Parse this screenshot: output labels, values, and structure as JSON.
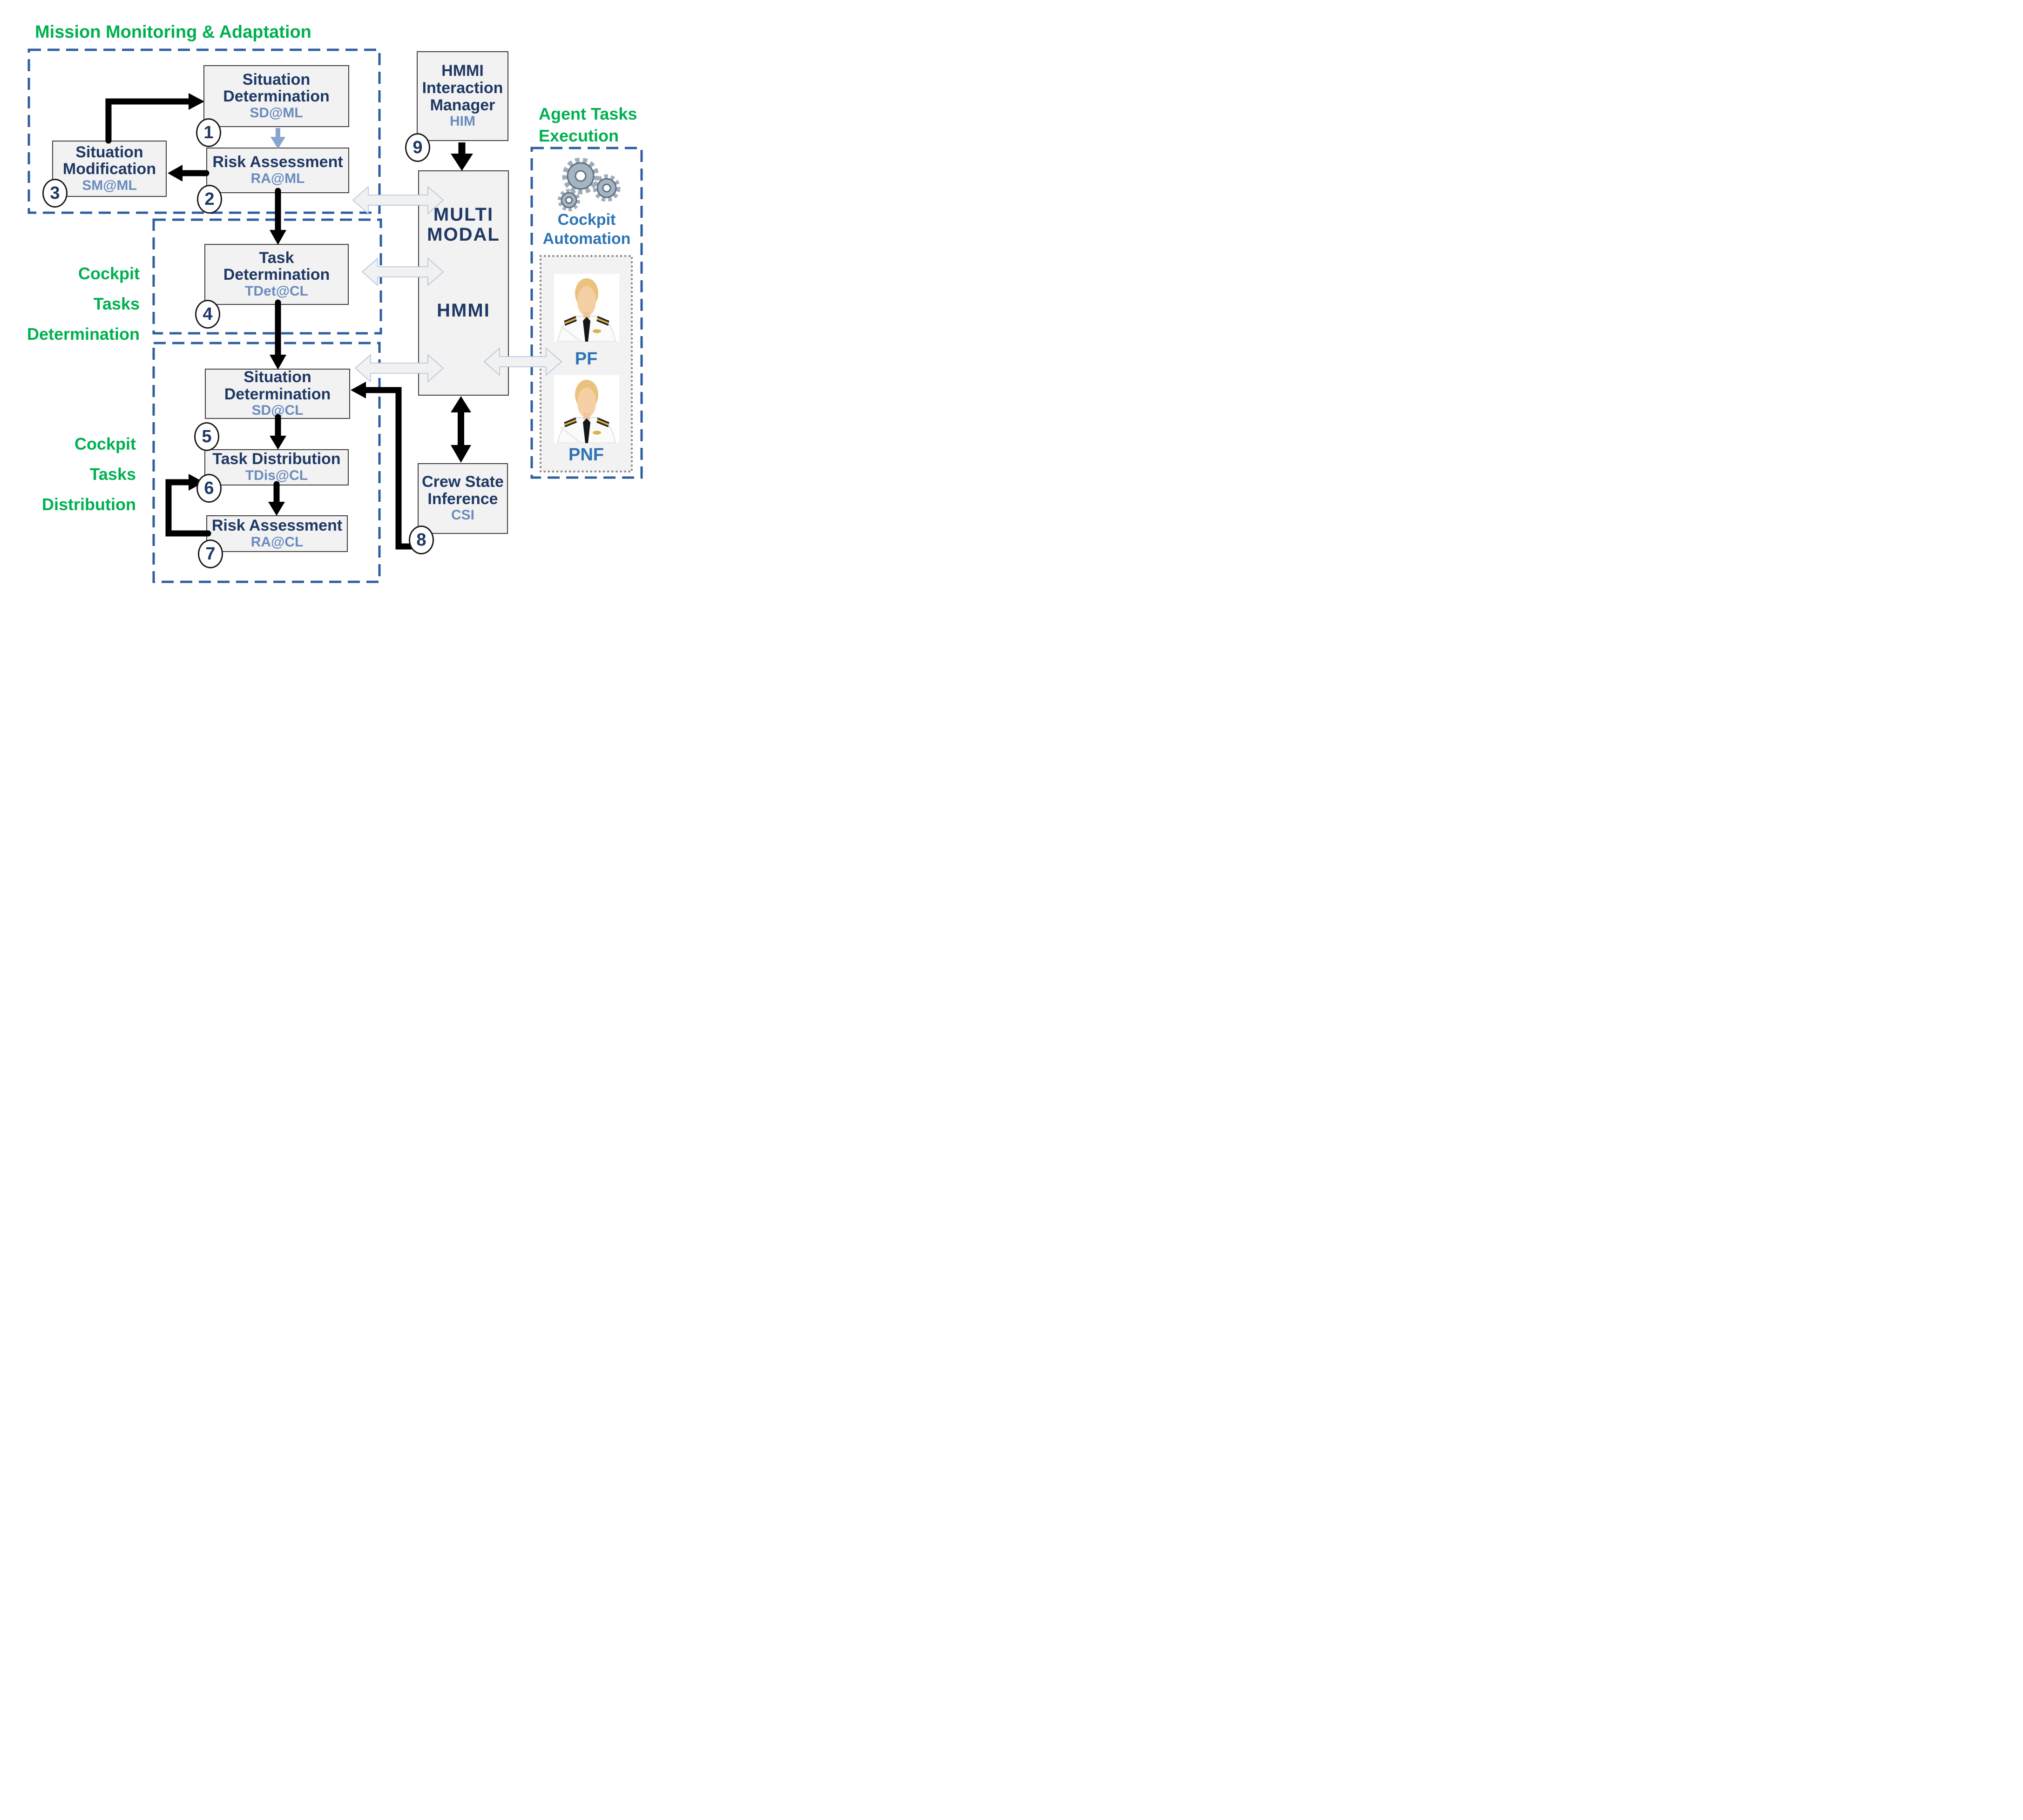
{
  "groups": {
    "mission_monitoring": {
      "label": "Mission Monitoring & Adaptation"
    },
    "cockpit_tasks_determination": {
      "label": "Cockpit\nTasks\nDetermination"
    },
    "cockpit_tasks_distribution": {
      "label": "Cockpit\nTasks\nDistribution"
    },
    "agent_tasks_execution": {
      "label": "Agent Tasks\nExecution"
    }
  },
  "boxes": {
    "situation_determination_ml": {
      "num": "1",
      "title": "Situation\nDetermination",
      "code": "SD@ML"
    },
    "risk_assessment_ml": {
      "num": "2",
      "title": "Risk Assessment",
      "code": "RA@ML"
    },
    "situation_modification_ml": {
      "num": "3",
      "title": "Situation\nModification",
      "code": "SM@ML"
    },
    "task_determination_cl": {
      "num": "4",
      "title": "Task\nDetermination",
      "code": "TDet@CL"
    },
    "situation_determination_cl": {
      "num": "5",
      "title": "Situation\nDetermination",
      "code": "SD@CL"
    },
    "task_distribution_cl": {
      "num": "6",
      "title": "Task Distribution",
      "code": "TDis@CL"
    },
    "risk_assessment_cl": {
      "num": "7",
      "title": "Risk Assessment",
      "code": "RA@CL"
    },
    "crew_state_inference": {
      "num": "8",
      "title": "Crew State\nInference",
      "code": "CSI"
    },
    "hmmi_interaction_manager": {
      "num": "9",
      "title": "HMMI\nInteraction\nManager",
      "code": "HIM"
    },
    "multimodal_hmmi": {
      "title_top": "MULTI\nMODAL",
      "title_bottom": "HMMI"
    }
  },
  "agent_execution": {
    "cockpit_automation_label": "Cockpit\nAutomation",
    "pf_label": "PF",
    "pnf_label": "PNF"
  },
  "icons": {
    "gears": "three-gears-icon",
    "pf_pilot": "pilot-avatar-icon",
    "pnf_pilot": "pilot-avatar-icon"
  },
  "colors": {
    "green_label": "#00B050",
    "box_title_navy": "#1F3864",
    "box_code_blue": "#6A8BBE",
    "accent_blue": "#2E74B5",
    "dashed_blue": "#2E5EA1",
    "box_fill": "#F2F2F2",
    "gray_dotted": "#8A8A8A",
    "arrow_black": "#000000",
    "hollow_arrow_fill": "#F1F1F2",
    "hollow_arrow_stroke": "#A9BFDC",
    "blue_arrow": "#87A5CE"
  }
}
